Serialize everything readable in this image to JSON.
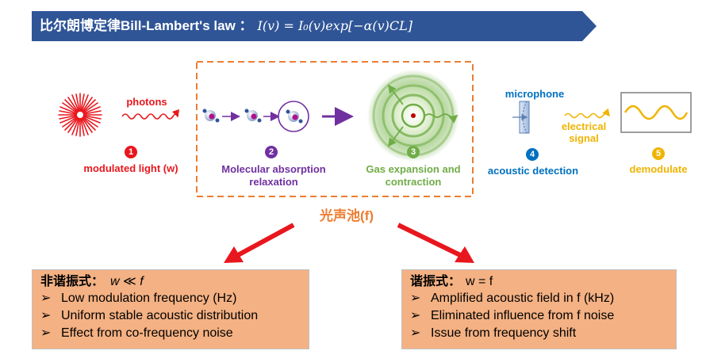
{
  "header": {
    "title": "比尔朗博定律Bill-Lambert's law ：",
    "formula": "I(v) = I₀(v)exp[−α(v)CL]"
  },
  "colors": {
    "banner": "#2F5597",
    "red": "#E8171E",
    "purple": "#7030A0",
    "green": "#70AD47",
    "blue": "#0070C0",
    "gold": "#F0B400",
    "orange": "#ED7D31",
    "box": "#F4B183"
  },
  "stages": [
    {
      "num": "1",
      "label": "modulated light (w)"
    },
    {
      "num": "2",
      "label_1": "Molecular absorption",
      "label_2": "relaxation"
    },
    {
      "num": "3",
      "label_1": "Gas expansion and",
      "label_2": "contraction"
    },
    {
      "num": "4",
      "label": "acoustic detection"
    },
    {
      "num": "5",
      "label": "demodulate"
    }
  ],
  "annotations": {
    "photons": "photons",
    "microphone": "microphone",
    "electrical_1": "electrical",
    "electrical_2": "signal",
    "pool": "光声池(f)"
  },
  "left_box": {
    "title": "非谐振式：",
    "relation": "w  ≪ f",
    "bullet": "➢",
    "items": [
      "Low modulation frequency (Hz)",
      "Uniform stable acoustic distribution",
      "Effect from co-frequency noise"
    ]
  },
  "right_box": {
    "title": "谐振式：",
    "relation": "w = f",
    "bullet": "➢",
    "items": [
      "Amplified acoustic field in f (kHz)",
      "Eliminated influence from f noise",
      "Issue from frequency shift"
    ]
  }
}
